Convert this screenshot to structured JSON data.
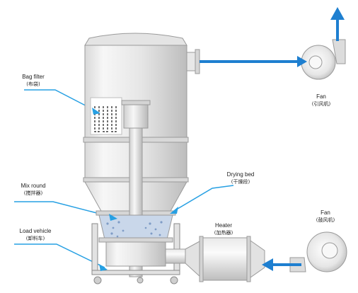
{
  "labels": {
    "bag_filter": {
      "en": "Bag filter",
      "zh": "(布袋)"
    },
    "mix_round": {
      "en": "Mix round",
      "zh": "(搅拌器)"
    },
    "load_vehicle": {
      "en": "Load vehicle",
      "zh": "(卸料车)"
    },
    "drying_bed": {
      "en": "Drying bed",
      "zh": "(干燥段)"
    },
    "heater": {
      "en": "Heater",
      "zh": "(加热器)"
    },
    "fan_exhaust": {
      "en": "Fan",
      "zh": "(引风机)"
    },
    "fan_blower": {
      "en": "Fan",
      "zh": "(鼓风机)"
    }
  },
  "colors": {
    "arrow": "#1e7fd0",
    "leader": "#27a0e3",
    "metal_light": "#f1f1f1",
    "metal_mid": "#d4d4d4",
    "metal_dark": "#a9a9a9",
    "outline": "#8a8a8a",
    "product": "#c9d7ea"
  },
  "icons": [
    "arrow-up-icon",
    "arrow-right-icon",
    "arrow-left-icon",
    "fan-icon"
  ]
}
